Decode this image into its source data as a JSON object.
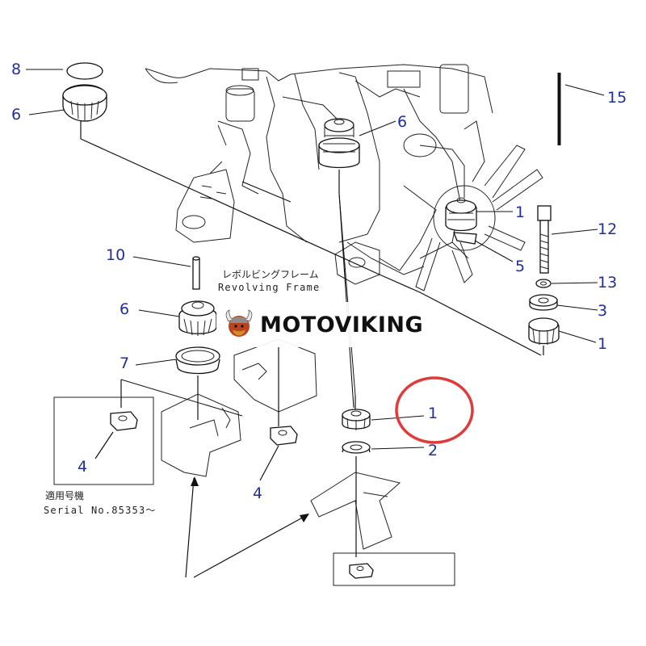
{
  "watermark": {
    "text": "MOTOVIKING",
    "logo": "viking-head-logo"
  },
  "callouts": {
    "c8": "8",
    "c6a": "6",
    "c6b": "6",
    "c6c": "6",
    "c15": "15",
    "c1a": "1",
    "c12": "12",
    "c5": "5",
    "c10": "10",
    "c13": "13",
    "c3": "3",
    "c1b": "1",
    "c7": "7",
    "c1c": "1",
    "c2": "2",
    "c4a": "4",
    "c4b": "4"
  },
  "labels": {
    "frame_jp": "レボルビングフレーム",
    "frame_en": "Revolving Frame",
    "serial_jp": "適用号機",
    "serial_en": "Serial No.85353～"
  },
  "highlight": {
    "target": "1",
    "color": "#e03a3a"
  }
}
